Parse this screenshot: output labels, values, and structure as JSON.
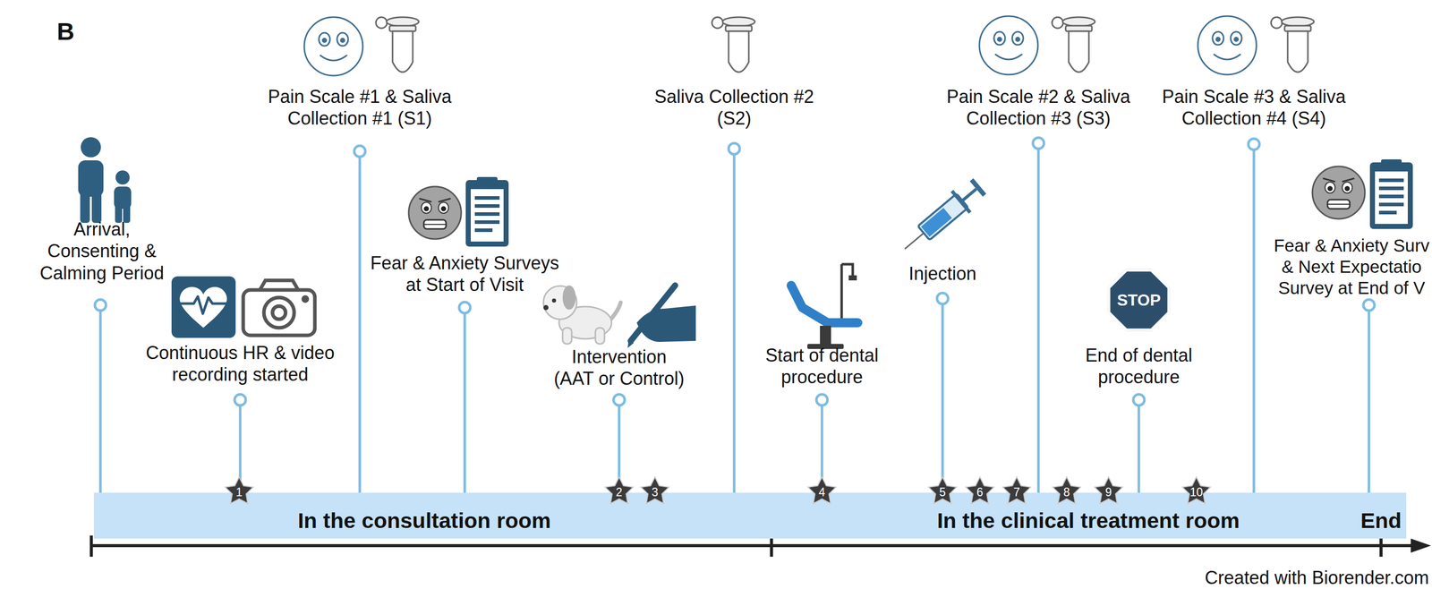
{
  "diagram": {
    "nodes": [
      {
        "text": [
          "STOP"
        ]
      },
      {
        "text": [
          "1"
        ]
      },
      {
        "text": [
          "2"
        ]
      },
      {
        "text": [
          "3"
        ]
      },
      {
        "text": [
          "4"
        ]
      },
      {
        "text": [
          "5"
        ]
      },
      {
        "text": [
          "6"
        ]
      },
      {
        "text": [
          "7"
        ]
      },
      {
        "text": [
          "8"
        ]
      },
      {
        "text": [
          "9"
        ]
      },
      {
        "text": [
          "10"
        ]
      },
      {
        "text": [
          "In the consultation room",
          "In the clinical treatment room",
          "End"
        ]
      }
    ],
    "labels": [
      "B",
      "Arrival, Consenting & Calming Period",
      "Continuous HR & video recording started",
      "Pain Scale #1 & Saliva Collection #1 (S1)",
      "Fear & Anxiety Surveys at Start of Visit",
      "Intervention (AAT or Control)",
      "Saliva Collection #2 (S2)",
      "Start of dental procedure",
      "Injection",
      "Pain Scale #2 & Saliva Collection #3 (S3)",
      "End of dental procedure",
      "Pain Scale #3 & Saliva Collection #4 (S4)",
      "Fear & Anxiety Surv & Next Expectatio Survey at End of V",
      "Created with Biorender.com"
    ]
  }
}
